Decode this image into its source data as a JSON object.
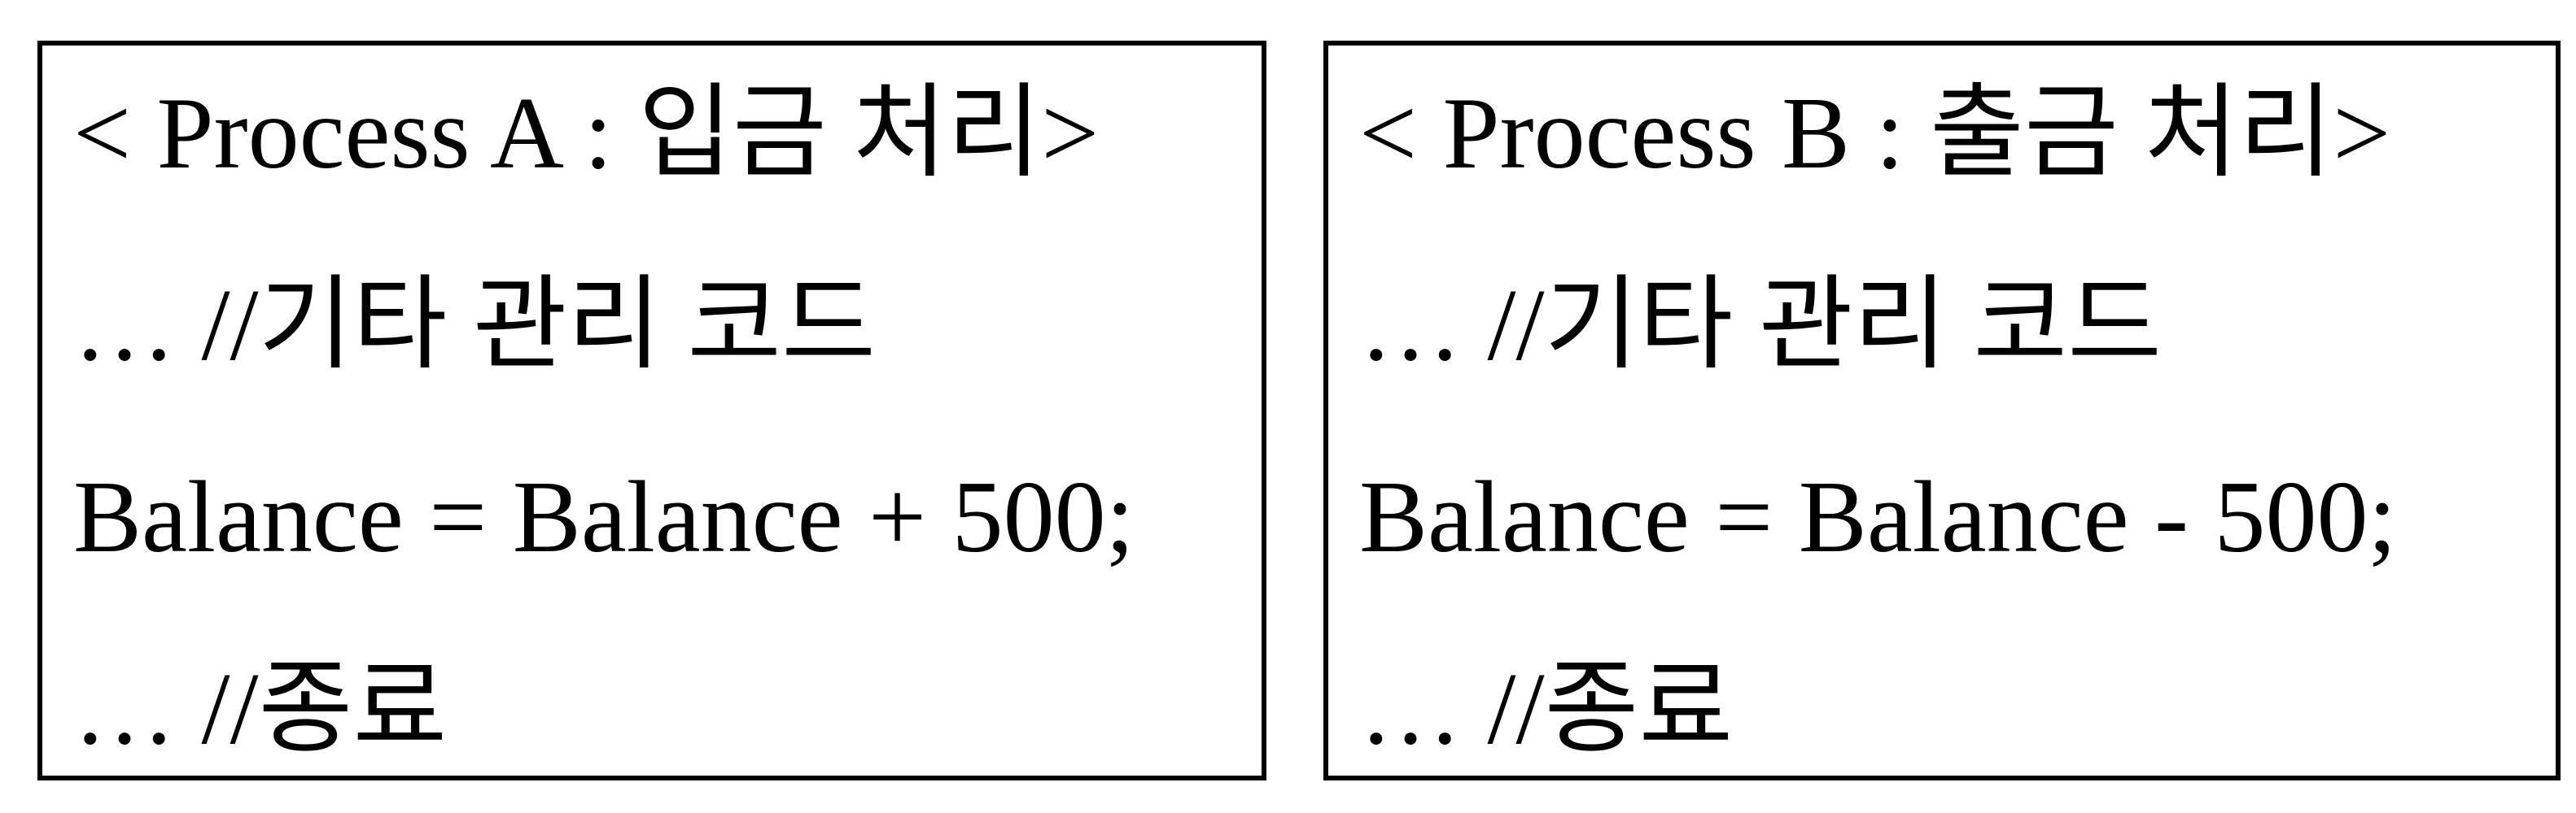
{
  "processes": [
    {
      "header": "< Process A : 입금 처리>",
      "lines": [
        "… //기타 관리 코드",
        "Balance = Balance + 500;",
        "… //종료"
      ]
    },
    {
      "header": "< Process B : 출금 처리>",
      "lines": [
        "… //기타 관리 코드",
        "Balance = Balance - 500;",
        "… //종료"
      ]
    }
  ]
}
